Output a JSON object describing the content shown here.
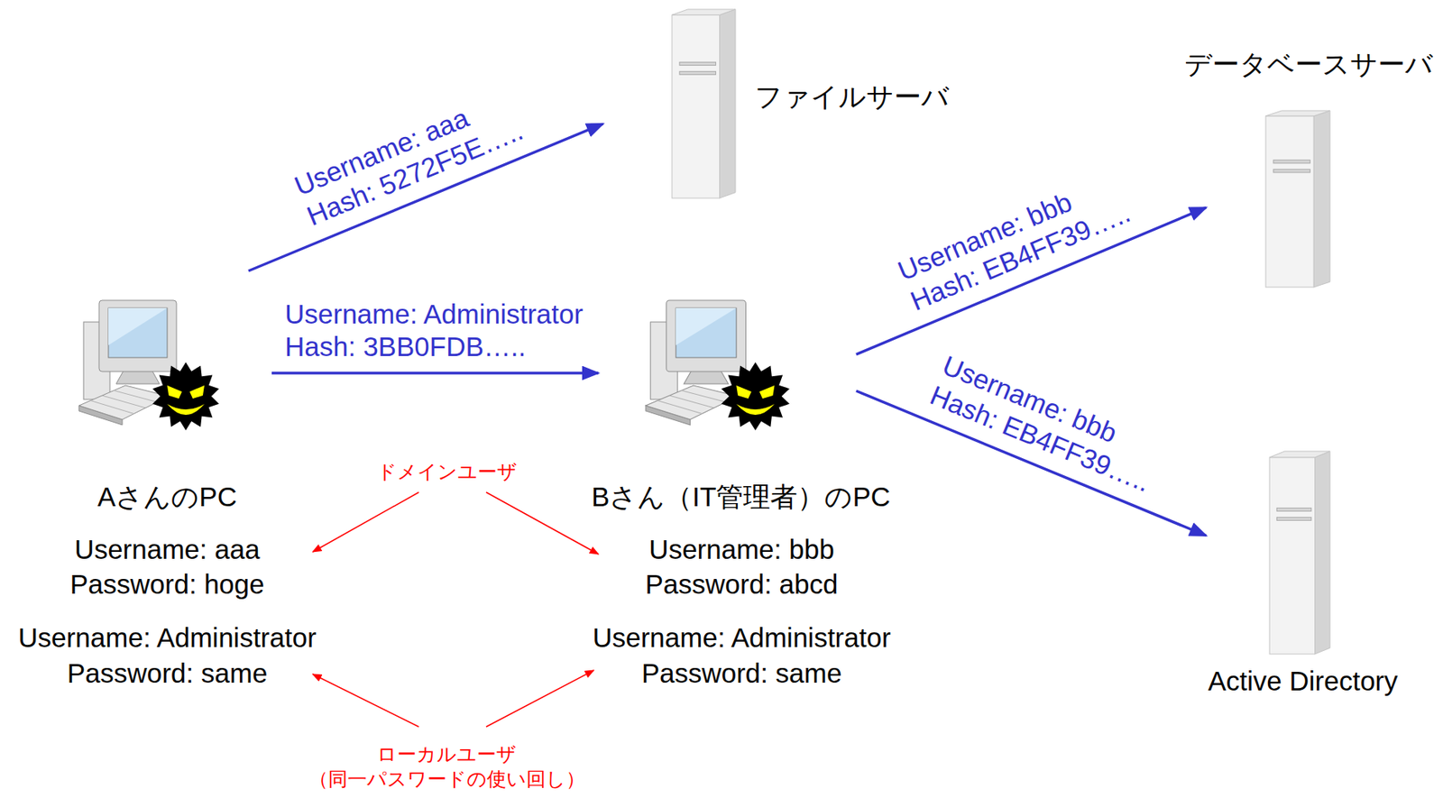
{
  "diagram": {
    "nodes": [
      {
        "text": [
          "ファイルサーバ"
        ]
      },
      {
        "text": [
          "データベースサーバ"
        ]
      },
      {
        "text": [
          "AさんのPC"
        ]
      },
      {
        "text": [
          "Bさん（IT管理者）のPC"
        ]
      },
      {
        "text": [
          "Active Directory"
        ]
      }
    ],
    "edges": [
      {
        "from": 2,
        "to": 0,
        "arrow": "to",
        "label": "Username: aaa Hash: 5272F5E….."
      },
      {
        "from": 2,
        "to": 3,
        "arrow": "to",
        "label": "Username: Administrator Hash: 3BB0FDB….."
      },
      {
        "from": 3,
        "to": 1,
        "arrow": "to",
        "label": "Username: bbb Hash: EB4FF39….."
      },
      {
        "from": 3,
        "to": 4,
        "arrow": "to",
        "label": "Username: bbb Hash: EB4FF39….."
      }
    ],
    "labels": [
      "ドメインユーザ",
      "Username: aaa",
      "Password: hoge",
      "Username: Administrator",
      "Password: same",
      "Username: bbb",
      "Password: abcd",
      "Username: Administrator",
      "Password: same",
      "ローカルユーザ",
      "（同一パスワードの使い回し）"
    ]
  }
}
